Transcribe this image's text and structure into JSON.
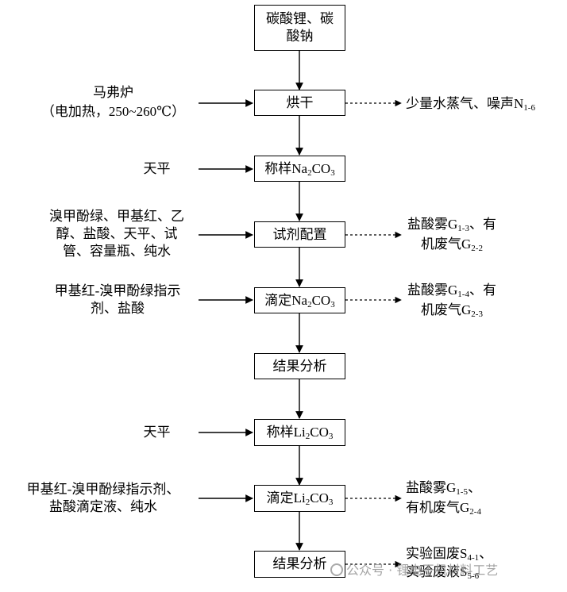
{
  "nodes": {
    "n1_line1": "碳酸锂、碳",
    "n1_line2": "酸钠",
    "n2": "烘干",
    "n3_main": "称样Na",
    "n3_sub": "2",
    "n3_tail": "CO",
    "n3_sub2": "3",
    "n4": "试剂配置",
    "n5_main": "滴定Na",
    "n5_sub": "2",
    "n5_tail": "CO",
    "n5_sub2": "3",
    "n6": "结果分析",
    "n7_main": "称样Li",
    "n7_sub": "2",
    "n7_tail": "CO",
    "n7_sub2": "3",
    "n8_main": "滴定Li",
    "n8_sub": "2",
    "n8_tail": "CO",
    "n8_sub2": "3",
    "n9": "结果分析"
  },
  "inputs": {
    "i2_line1": "马弗炉",
    "i2_line2": "（电加热，250~260℃）",
    "i3": "天平",
    "i4_line1": "溴甲酚绿、甲基红、乙",
    "i4_line2": "醇、盐酸、天平、试",
    "i4_line3": "管、容量瓶、纯水",
    "i5_line1": "甲基红-溴甲酚绿指示",
    "i5_line2": "剂、盐酸",
    "i7": "天平",
    "i8_line1": "甲基红-溴甲酚绿指示剂、",
    "i8_line2": "盐酸滴定液、纯水"
  },
  "outputs": {
    "o2_main": "少量水蒸气、噪声N",
    "o2_sub": "1-6",
    "o4_l1_main": "盐酸雾G",
    "o4_l1_sub": "1-3",
    "o4_l1_tail": "、有",
    "o4_l2_main": "机废气G",
    "o4_l2_sub": "2-2",
    "o5_l1_main": "盐酸雾G",
    "o5_l1_sub": "1-4",
    "o5_l1_tail": "、有",
    "o5_l2_main": "机废气G",
    "o5_l2_sub": "2-3",
    "o8_l1_main": "盐酸雾G",
    "o8_l1_sub": "1-5",
    "o8_l1_tail": "、",
    "o8_l2_main": "有机废气G",
    "o8_l2_sub": "2-4",
    "o9_l1_main": "实验固废S",
    "o9_l1_sub": "4-1",
    "o9_l1_tail": "、",
    "o9_l2_main": "实验废液S",
    "o9_l2_sub": "5-6"
  },
  "watermark": {
    "text": "公众号 · 锂电干机材料工艺"
  }
}
